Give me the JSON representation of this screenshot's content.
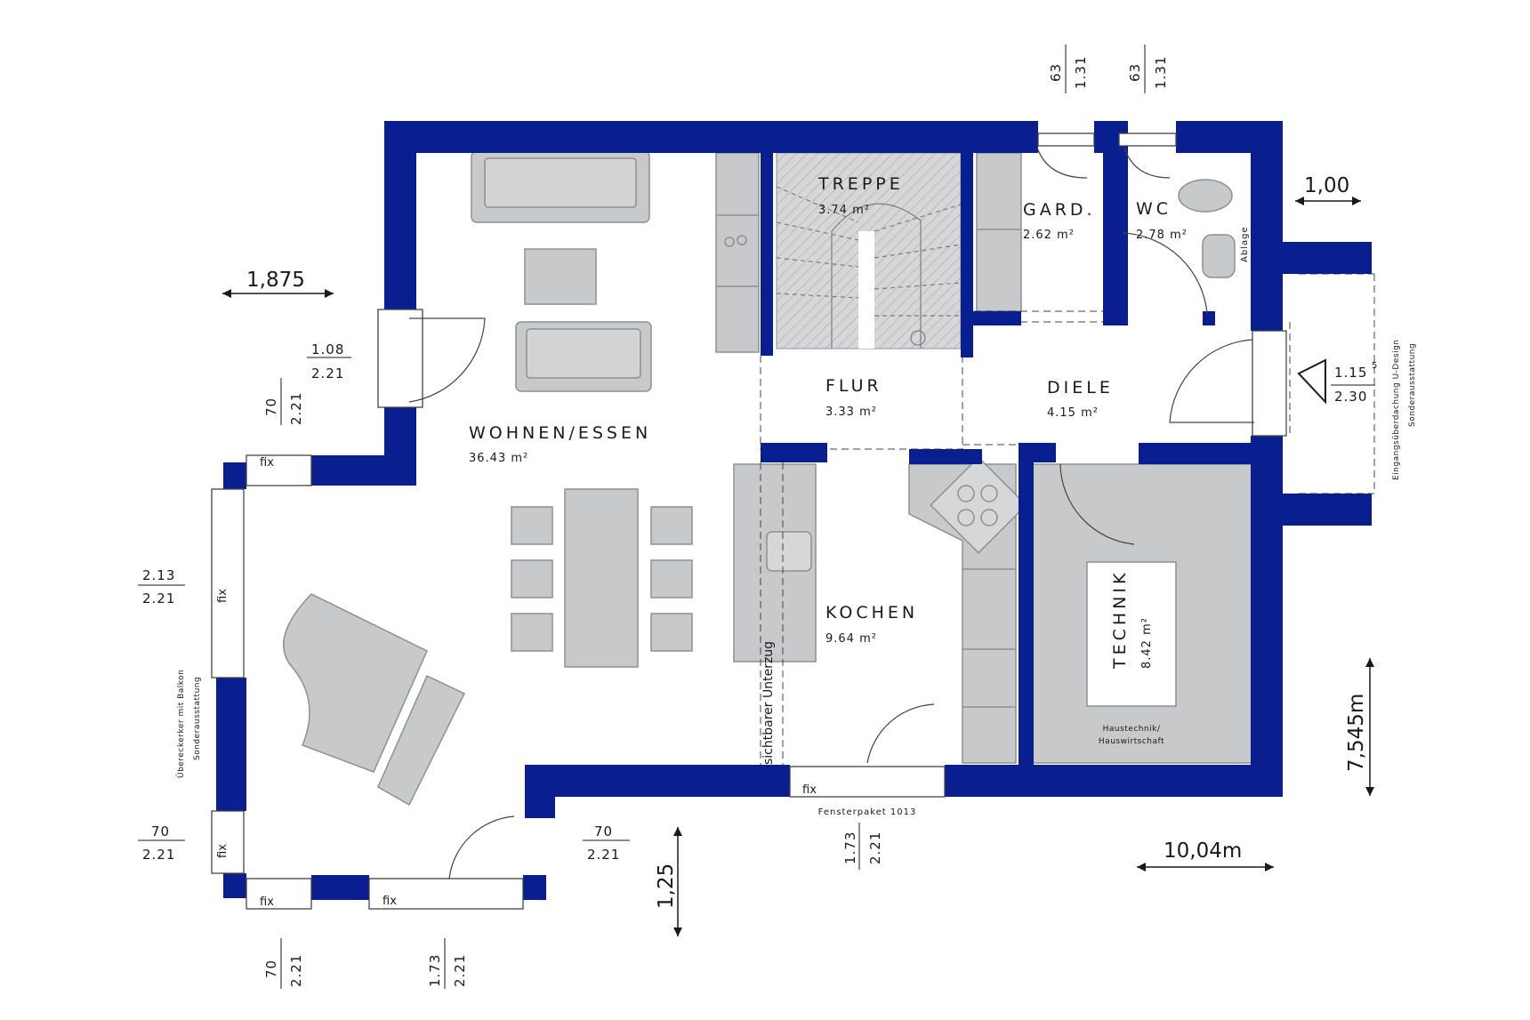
{
  "colors": {
    "wall": "#0a1f8f",
    "furniture": "#c8c9cb",
    "furniture_edge": "#8e8f92",
    "background": "#ffffff"
  },
  "rooms": {
    "wohnen": {
      "name": "WOHNEN/ESSEN",
      "area": "36.43 m²"
    },
    "treppe": {
      "name": "TREPPE",
      "area": "3.74 m²"
    },
    "gard": {
      "name": "GARD.",
      "area": "2.62 m²"
    },
    "wc": {
      "name": "WC",
      "area": "2.78 m²"
    },
    "flur": {
      "name": "FLUR",
      "area": "3.33 m²"
    },
    "diele": {
      "name": "DIELE",
      "area": "4.15 m²"
    },
    "kochen": {
      "name": "KOCHEN",
      "area": "9.64 m²"
    },
    "technik": {
      "name": "TECHNIK",
      "area": "8.42 m²",
      "sub1": "Haustechnik/",
      "sub2": "Hauswirtschaft"
    }
  },
  "labels": {
    "fix": "fix",
    "fensterpaket": "Fensterpaket 1013",
    "unterzug": "sichtbarer Unterzug",
    "ablage": "Ablage",
    "erker_1": "Überecker­ker mit Balkon",
    "erker_2": "Sonderausstattung",
    "eingang_1": "Eingangsüberdachung U-Design",
    "eingang_2": "Sonderausstattung"
  },
  "dimensions": {
    "d_1875": "1,875",
    "d_100": "1,00",
    "d_7545": "7,545m",
    "d_1004": "10,04m",
    "d_125": "1,25",
    "w1_top": "63",
    "w1_bot": "1.31",
    "w2_top": "63",
    "w2_bot": "1.31",
    "door_top": "1.08",
    "door_bot": "2.21",
    "w_70a_top": "70",
    "w_70a_bot": "2.21",
    "w_213_top": "2.13",
    "w_213_bot": "2.21",
    "w_70b_top": "70",
    "w_70b_bot": "2.21",
    "w_70c_top": "70",
    "w_70c_bot": "2.21",
    "w_70d_top": "70",
    "w_70d_bot": "2.21",
    "w_173a_top": "1.73",
    "w_173a_bot": "2.21",
    "w_173b_top": "1.73",
    "w_173b_bot": "2.21",
    "entr_top": "1.15",
    "entr_sup": "5",
    "entr_bot": "2.30"
  }
}
